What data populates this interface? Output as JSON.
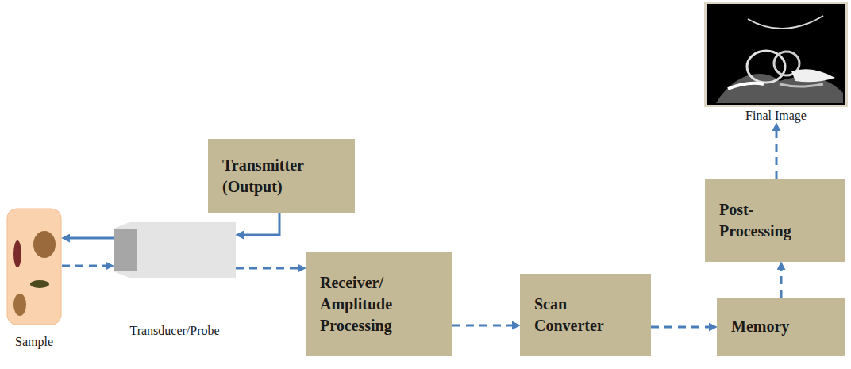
{
  "diagram": {
    "nodes": [
      {
        "text": [
          "Sample"
        ]
      },
      {
        "text": [
          "Transducer/Probe"
        ]
      },
      {
        "text": [
          "Transmitter (Output)"
        ]
      },
      {
        "text": [
          "Receiver/ Amplitude Processing"
        ]
      },
      {
        "text": [
          "Scan Converter"
        ]
      },
      {
        "text": [
          "Memory"
        ]
      },
      {
        "text": [
          "Post- Processing"
        ]
      },
      {
        "text": [
          "Final Image"
        ]
      }
    ],
    "edges": [
      {
        "from": 1,
        "to": 0,
        "arrow": "to"
      },
      {
        "from": 0,
        "to": 1,
        "arrow": "to"
      },
      {
        "from": 2,
        "to": 1,
        "arrow": "to"
      },
      {
        "from": 1,
        "to": 3,
        "arrow": "to"
      },
      {
        "from": 3,
        "to": 4,
        "arrow": "to"
      },
      {
        "from": 4,
        "to": 5,
        "arrow": "to"
      },
      {
        "from": 5,
        "to": 6,
        "arrow": "to"
      },
      {
        "from": 6,
        "to": 7,
        "arrow": "to"
      }
    ]
  }
}
